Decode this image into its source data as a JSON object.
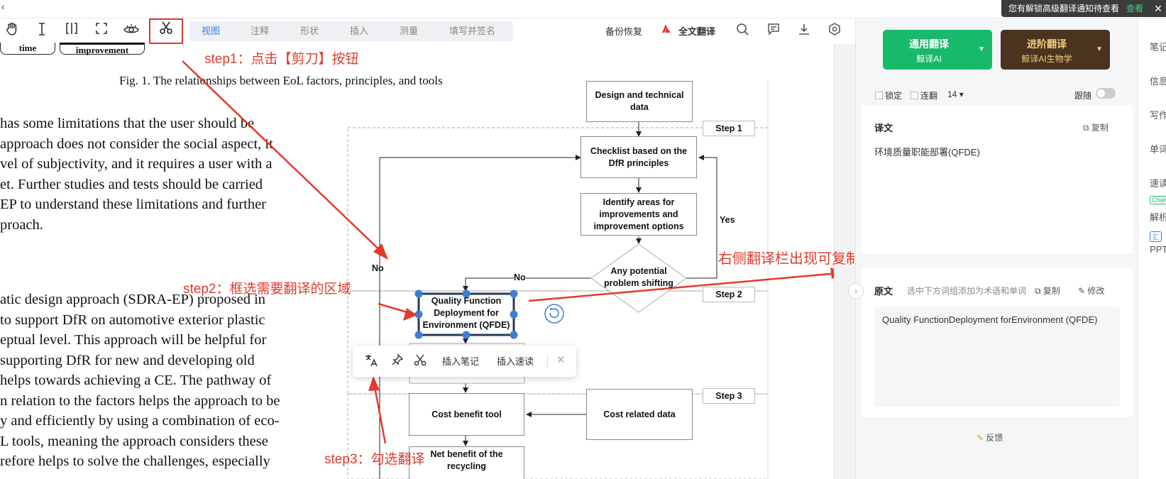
{
  "notify": {
    "text": "您有解锁高级翻译通知待查看",
    "link": "查看",
    "close": "✕"
  },
  "toolbar": {
    "tabs": [
      "视图",
      "注释",
      "形状",
      "插入",
      "测量",
      "填写并签名"
    ],
    "backup": "备份恢复",
    "full_translate": "全文翻译"
  },
  "doc": {
    "pill_labels": [
      "time",
      "improvement"
    ],
    "caption": "Fig. 1. The relationships between EoL factors, principles, and tools",
    "para1": [
      "has some limitations that the user should be",
      "approach does not consider the social aspect, it",
      "vel of subjectivity, and it requires a user with a",
      "et. Further studies and tests should be carried",
      "EP to understand these limitations and further",
      "proach."
    ],
    "para2": [
      "atic design approach (SDRA-EP) proposed in",
      "to support DfR on automotive exterior plastic",
      "eptual level. This approach will be helpful for",
      "supporting DfR for new and developing old",
      "helps towards achieving a CE. The pathway of",
      "n relation to the factors helps the approach to be",
      "y and efficiently by using a combination of eco-",
      "L tools, meaning the approach considers these",
      "refore helps to solve the challenges, especially"
    ]
  },
  "flowchart": {
    "design_data": "Design and technical data",
    "step1": "Step 1",
    "checklist": "Checklist based on the DfR principles",
    "identify": "Identify areas for improvements and improvement options",
    "yes": "Yes",
    "no_left": "No",
    "no_mid": "No",
    "any_potential": "Any potential problem shifting",
    "step2": "Step 2",
    "qfde": "Quality Function Deployment for Environment (QFDE)",
    "step3": "Step 3",
    "cost_tool": "Cost benefit tool",
    "cost_data": "Cost related data",
    "net_benefit": "Net benefit of the recycling"
  },
  "popup": {
    "insert_note": "插入笔记",
    "insert_quick": "插入速读"
  },
  "annotations": {
    "step1": "step1：点击【剪刀】按钮",
    "step2": "step2：框选需要翻译的区域",
    "step3": "step3：勾选翻译",
    "right": "右侧翻译栏出现可复制的原文与译文"
  },
  "panel": {
    "general_title": "通用翻译",
    "general_sub": "鲸译AI",
    "adv_title": "进阶翻译",
    "adv_sub": "鲸译AI生物学",
    "lock": "锁定",
    "continuous": "连翻",
    "font_size": "14",
    "follow": "跟随",
    "trans_title": "译文",
    "copy": "复制",
    "trans_text": "环境质量职能部署(QFDE)",
    "src_title": "原文",
    "src_hint": "选中下方词组添加为术语和单词",
    "edit": "修改",
    "src_text": "Quality FunctionDeployment forEnvironment (QFDE)",
    "feedback": "反馈"
  },
  "sidebar": {
    "items": [
      "笔记",
      "信息",
      "写作",
      "单词",
      "速读",
      "解析",
      "PPT"
    ],
    "chatgpt_badge": "ChatG",
    "hui_badge": "汇"
  },
  "colors": {
    "accent": "#3b7be8",
    "annotation": "#e23a2e",
    "green": "#19b96b",
    "dark_brown": "#4a3420",
    "gold": "#f2cc7a"
  }
}
